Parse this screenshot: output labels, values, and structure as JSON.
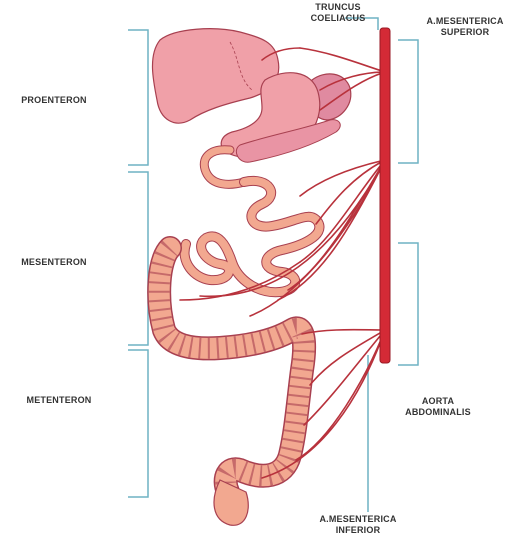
{
  "regions": {
    "proenteron": "PROENTERON",
    "mesenteron": "MESENTERON",
    "metenteron": "METENTERON"
  },
  "vessels": {
    "truncus_line1": "TRUNCUS",
    "truncus_line2": "COELIACUS",
    "sup_line1": "A.MESENTERICA",
    "sup_line2": "SUPERIOR",
    "aorta_line1": "AORTA",
    "aorta_line2": "ABDOMINALIS",
    "inf_line1": "A.MESENTERICA",
    "inf_line2": "INFERIOR"
  },
  "colors": {
    "organ_fill": "#f0a0a8",
    "organ_stroke": "#a84050",
    "intestine_fill": "#f2a890",
    "aorta": "#d42a36",
    "artery": "#b8323c",
    "bracket": "#6fb2c4"
  }
}
